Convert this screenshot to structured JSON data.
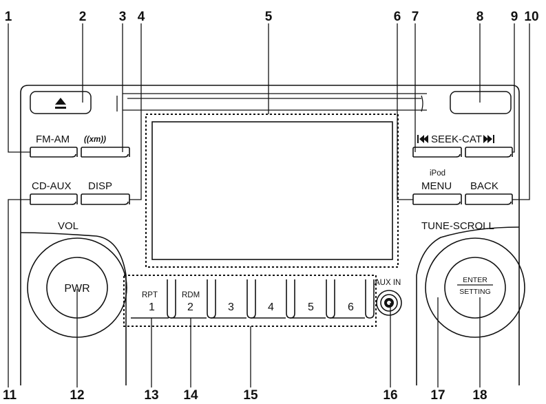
{
  "callouts": [
    "1",
    "2",
    "3",
    "4",
    "5",
    "6",
    "7",
    "8",
    "9",
    "10",
    "11",
    "12",
    "13",
    "14",
    "15",
    "16",
    "17",
    "18"
  ],
  "labels": {
    "fm_am": "FM-AM",
    "xm": "((xm))",
    "seek_cat": "SEEK-CAT",
    "cd_aux": "CD-AUX",
    "disp": "DISP",
    "ipod": "iPod",
    "menu": "MENU",
    "back": "BACK",
    "vol": "VOL",
    "tune_scroll": "TUNE-SCROLL",
    "pwr": "PWR",
    "enter": "ENTER",
    "setting": "SETTING",
    "aux_in": "AUX IN",
    "rpt": "RPT",
    "rdm": "RDM"
  },
  "presets": [
    "1",
    "2",
    "3",
    "4",
    "5",
    "6"
  ],
  "icons": {
    "eject": "eject-icon",
    "seek_back": "skip-back-icon",
    "seek_forward": "skip-forward-icon"
  }
}
